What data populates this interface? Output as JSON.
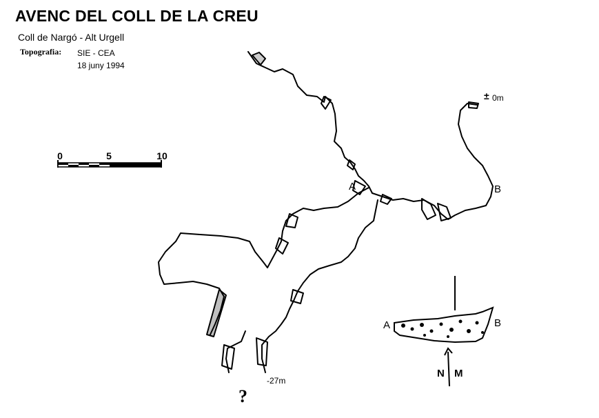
{
  "header": {
    "title": "AVENC DEL COLL DE LA CREU",
    "location": "Coll de Nargó - Alt Urgell",
    "topography_label": "Topografia:",
    "team": "SIE - CEA",
    "date": "18 juny 1994"
  },
  "scale_bar": {
    "ticks": [
      "0",
      "5",
      "10"
    ]
  },
  "plan": {
    "entrance_depth": "0m",
    "entrance_symbol": "±",
    "bottom_depth": "-27m",
    "unknown_marker": "?",
    "section_label_a": "A",
    "section_label_b": "B"
  },
  "cross_section": {
    "label_a": "A",
    "label_b": "B"
  },
  "compass": {
    "label_n": "N",
    "label_m": "M"
  },
  "colors": {
    "ink": "#000000",
    "paper": "#ffffff"
  }
}
